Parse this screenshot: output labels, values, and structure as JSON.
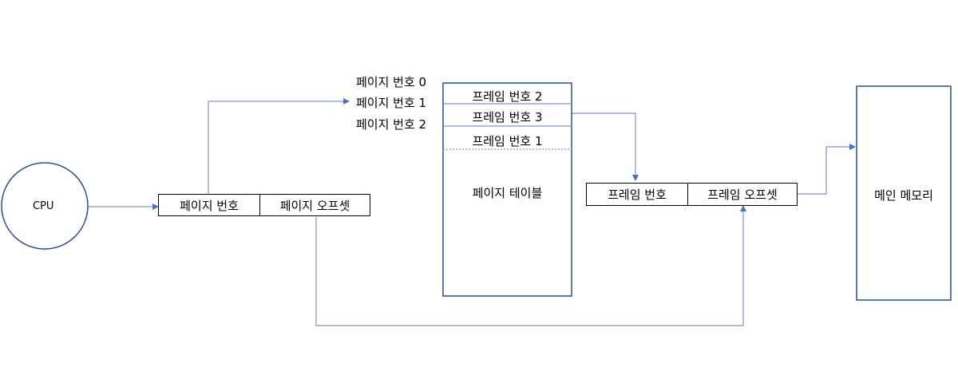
{
  "cpu": {
    "label": "CPU"
  },
  "logical_address": {
    "page_number": "페이지 번호",
    "page_offset": "페이지 오프셋"
  },
  "page_index_labels": [
    "페이지 번호 0",
    "페이지 번호 1",
    "페이지 번호 2"
  ],
  "page_table": {
    "rows": [
      "프레임 번호 2",
      "프레임 번호 3",
      "프레임 번호 1"
    ],
    "title": "페이지 테이블"
  },
  "physical_address": {
    "frame_number": "프레임 번호",
    "frame_offset": "프레임 오프셋"
  },
  "main_memory": {
    "label": "메인 메모리"
  },
  "colors": {
    "border_blue": "#2F4B8F",
    "arrow_blue": "#4472C4",
    "line_gray": "#7F93C7"
  }
}
